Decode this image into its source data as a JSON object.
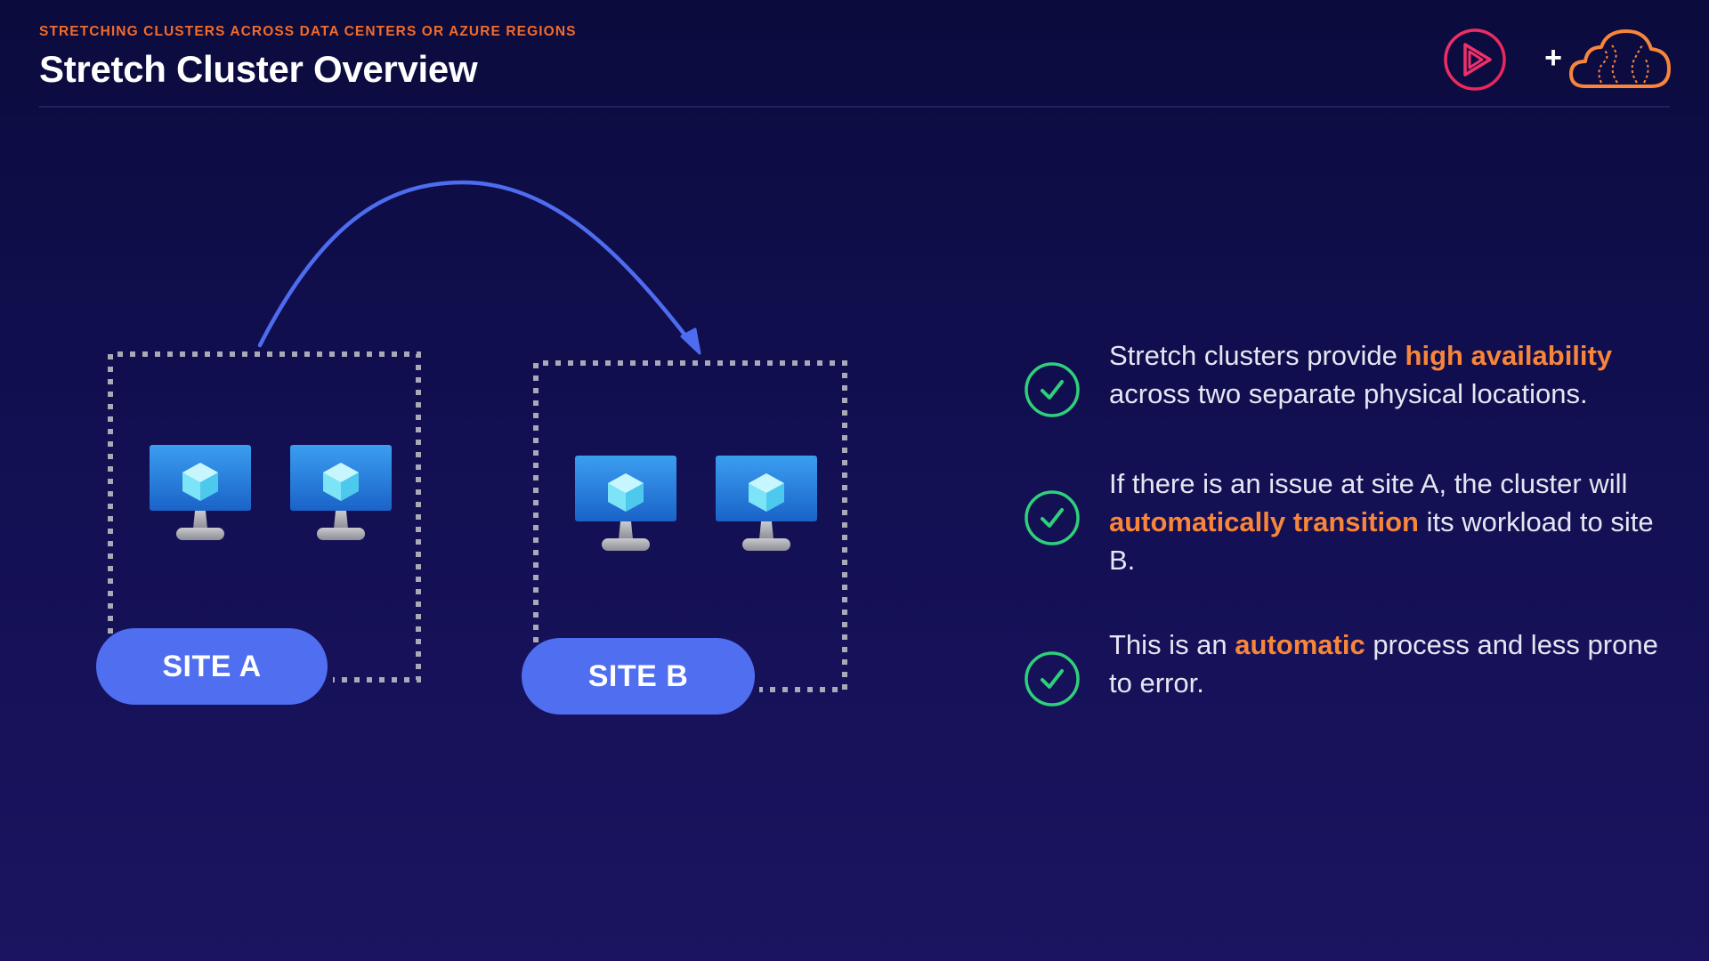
{
  "header": {
    "eyebrow": "STRETCHING CLUSTERS ACROSS DATA CENTERS OR AZURE REGIONS",
    "title": "Stretch Cluster Overview"
  },
  "logos": {
    "left_icon": "play-circle-icon",
    "plus": "+",
    "right_icon": "cloud-icon"
  },
  "diagram": {
    "sites": [
      {
        "label": "SITE A",
        "machines": 2,
        "icon": "monitor-cube-icon"
      },
      {
        "label": "SITE B",
        "machines": 2,
        "icon": "monitor-cube-icon"
      }
    ],
    "arrow_icon": "curved-arrow-icon"
  },
  "bullets": [
    {
      "icon": "check-circle-icon",
      "parts": [
        {
          "text": "Stretch clusters provide ",
          "highlight": false
        },
        {
          "text": "high availability",
          "highlight": true
        },
        {
          "text": " across two separate physical locations.",
          "highlight": false
        }
      ]
    },
    {
      "icon": "check-circle-icon",
      "parts": [
        {
          "text": "If there is an issue at site A, the cluster will ",
          "highlight": false
        },
        {
          "text": "automatically transition",
          "highlight": true
        },
        {
          "text": " its workload to site B.",
          "highlight": false
        }
      ]
    },
    {
      "icon": "check-circle-icon",
      "parts": [
        {
          "text": "This is an ",
          "highlight": false
        },
        {
          "text": "automatic",
          "highlight": true
        },
        {
          "text": " process and less prone to error.",
          "highlight": false
        }
      ]
    }
  ],
  "colors": {
    "accent_orange": "#f7853a",
    "eyebrow_orange": "#f26b2a",
    "site_blue": "#4f6ef0",
    "arrow_blue": "#4d6cf0",
    "check_green": "#2ed17a",
    "dotted_border": "#a9a9b8"
  }
}
